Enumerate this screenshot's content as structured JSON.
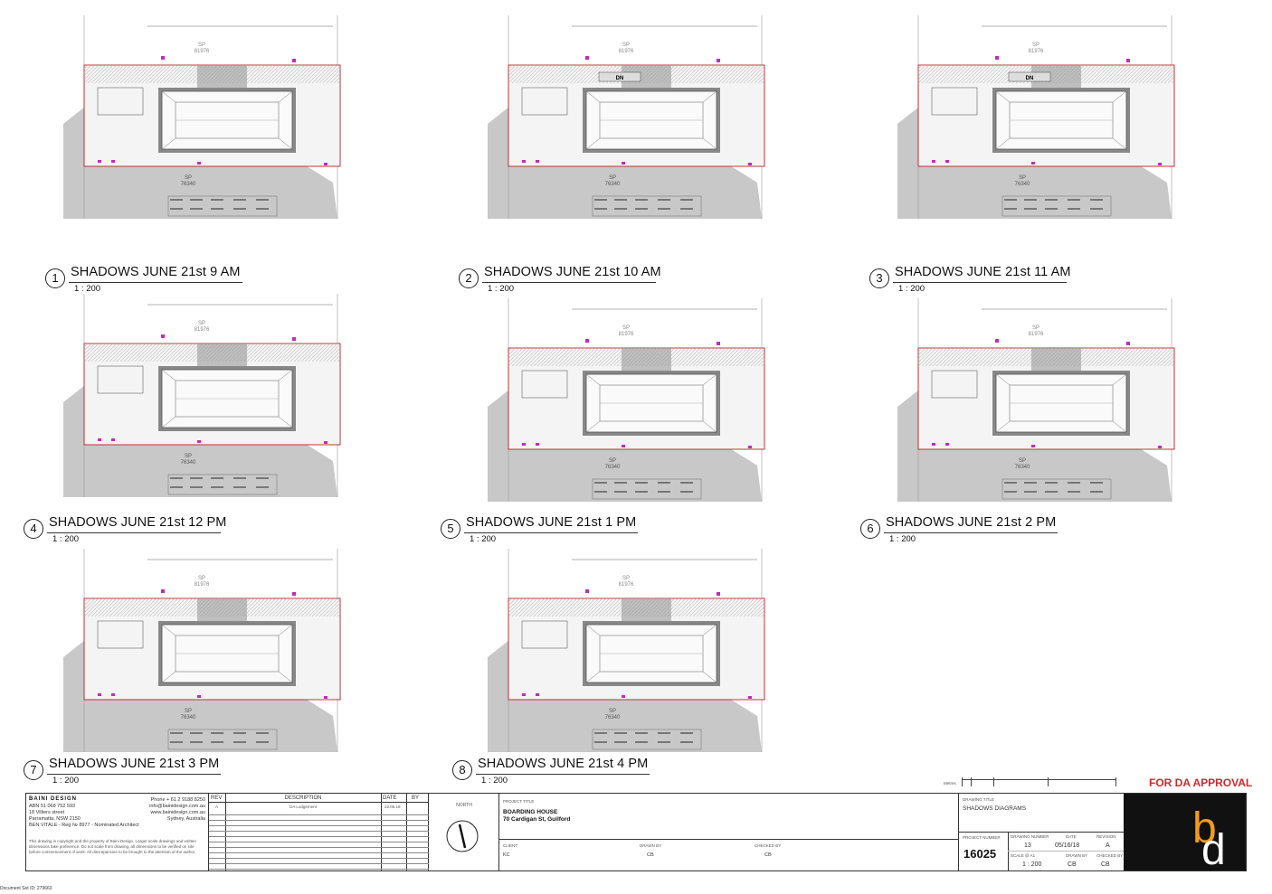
{
  "views": [
    {
      "number": "1",
      "title": "SHADOWS JUNE 21st 9 AM",
      "scale": "1 : 200"
    },
    {
      "number": "2",
      "title": "SHADOWS JUNE 21st 10 AM",
      "scale": "1 : 200"
    },
    {
      "number": "3",
      "title": "SHADOWS JUNE 21st 11 AM",
      "scale": "1 : 200"
    },
    {
      "number": "4",
      "title": "SHADOWS JUNE 21st 12 PM",
      "scale": "1 : 200"
    },
    {
      "number": "5",
      "title": "SHADOWS JUNE 21st 1 PM",
      "scale": "1 : 200"
    },
    {
      "number": "6",
      "title": "SHADOWS JUNE 21st 2 PM",
      "scale": "1 : 200"
    },
    {
      "number": "7",
      "title": "SHADOWS JUNE 21st 3 PM",
      "scale": "1 : 200"
    },
    {
      "number": "8",
      "title": "SHADOWS JUNE 21st 4 PM",
      "scale": "1 : 200"
    }
  ],
  "plan_labels": {
    "sp_top": "SP",
    "sp_top_num": "81976",
    "sp_bottom": "SP",
    "sp_bottom_num": "76340",
    "dn": "DN"
  },
  "approval": "FOR DA APPROVAL",
  "firm": {
    "name": "BAINI DESIGN",
    "abn": "ABN 51 068 752 593",
    "street": "18 Villiers street",
    "city": "Parramatta, NSW 2150",
    "architect": "BEN VITALE - Reg № 8977 - Nominated Architect",
    "phone": "Phone + 61 2 9188 8250",
    "email": "info@bainidesign.com.au",
    "web": "www.bainidesign.com.au",
    "location": "Sydney, Australia",
    "disclaimer": "This drawing is copyright and the property of Baini Design. Larger scale drawings and written dimensions take preference. Do not scale from drawing, all dimensions to be verified on site before commencement of work. All discrepancies to be brought to the attention of the author."
  },
  "revisions": {
    "headers": {
      "rev": "REV",
      "description": "DESCRIPTION",
      "date": "DATE",
      "by": "BY"
    },
    "rows": [
      {
        "rev": "A",
        "description": "DA Lodgement",
        "date": "22.05.18",
        "by": ""
      }
    ]
  },
  "north": "NORTH",
  "project": {
    "title_label": "PROJECT TITLE",
    "name": "BOARDING HOUSE",
    "address": "70 Cardigan St, Guilford",
    "client_label": "CLIENT",
    "client": "KC",
    "drawn_label": "DRAWN BY",
    "drawn": "CB",
    "checked_label": "CHECKED BY",
    "checked": "CB"
  },
  "drawing": {
    "title_label": "DRAWING TITLE",
    "title": "SHADOWS DIAGRAMS",
    "project_number_label": "PROJECT NUMBER",
    "project_number": "16025",
    "drawing_number_label": "DRAWING NUMBER",
    "drawing_number": "13",
    "date_label": "DATE",
    "date": "05/16/18",
    "revision_label": "REVISION",
    "revision": "A",
    "scale_label": "SCALE @ A1",
    "scale": "1 : 200",
    "drawn_label": "DRAWN BY",
    "drawn": "CB",
    "checked_label": "CHECKED BY",
    "checked": "CB"
  },
  "scale_bar_label": "Metres",
  "logo": {
    "text1": "b",
    "text2": "d",
    "bg": "#111111",
    "accent": "#f39a1e"
  },
  "document_id": "Document Set ID: 279663"
}
